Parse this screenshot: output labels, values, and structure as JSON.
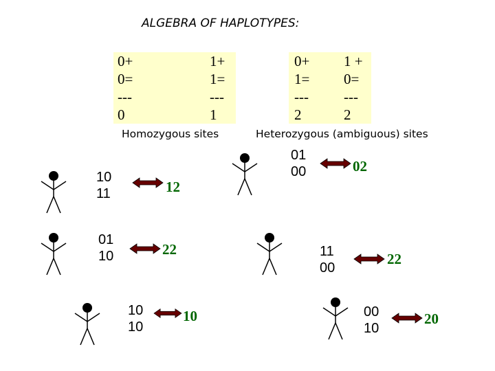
{
  "title": "ALGEBRA OF HAPLOTYPES:",
  "homozygous_box": {
    "col1": [
      "0+",
      "0=",
      "---",
      "0"
    ],
    "col2": [
      "1+",
      "1=",
      "---",
      "1"
    ]
  },
  "heterozygous_box": {
    "col1": [
      "0+",
      "1=",
      "---",
      "2"
    ],
    "col2": [
      "1 +",
      "0=",
      "---",
      "2"
    ]
  },
  "captions": {
    "homozygous": "Homozygous sites",
    "heterozygous": "Heterozygous (ambiguous) sites"
  },
  "examples": [
    {
      "haplotypes": [
        "10",
        "11"
      ],
      "genotype": "12"
    },
    {
      "haplotypes": [
        "01",
        "10"
      ],
      "genotype": "22"
    },
    {
      "haplotypes": [
        "10",
        "10"
      ],
      "genotype": "10"
    },
    {
      "haplotypes": [
        "01",
        "00"
      ],
      "genotype": "02"
    },
    {
      "haplotypes": [
        "11",
        "00"
      ],
      "genotype": "22"
    },
    {
      "haplotypes": [
        "00",
        "10"
      ],
      "genotype": "20"
    }
  ],
  "colors": {
    "box_fill": "#ffffcc",
    "genotype_text": "#006600",
    "arrow_fill": "#660000"
  }
}
